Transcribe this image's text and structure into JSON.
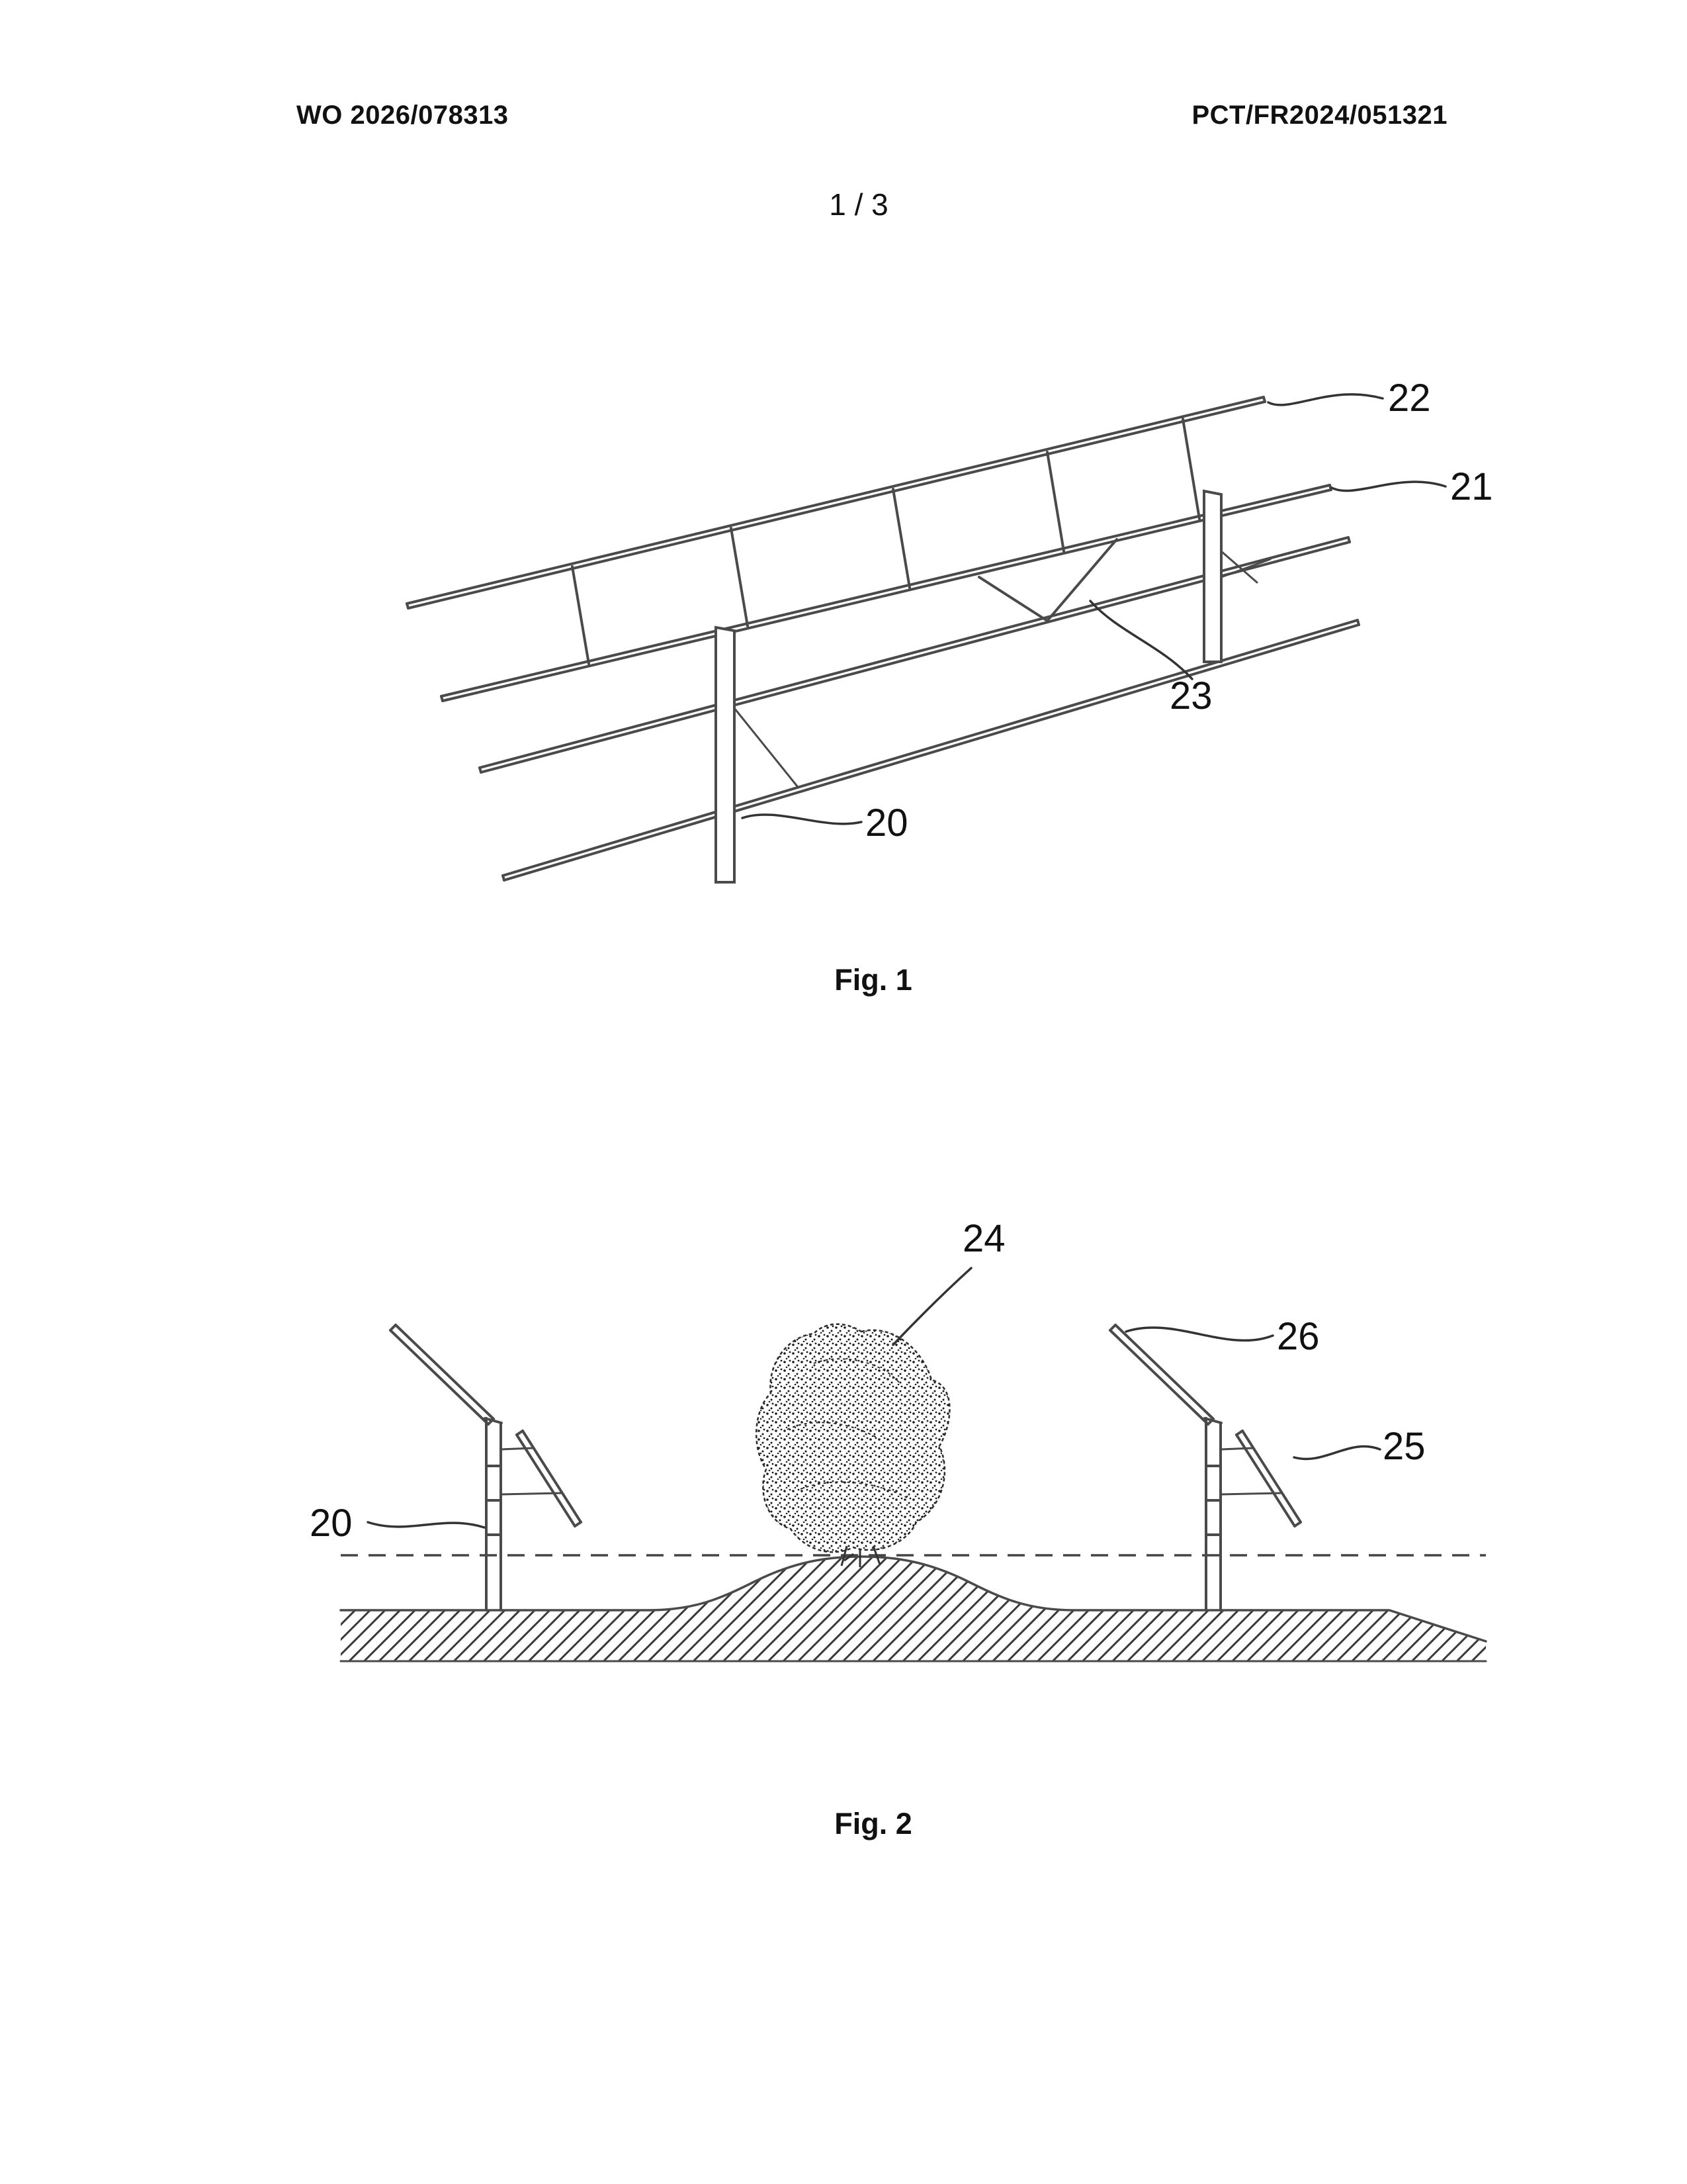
{
  "page": {
    "header_left": "WO 2026/078313",
    "header_right": "PCT/FR2024/051321",
    "page_number": "1 / 3"
  },
  "figure1": {
    "caption": "Fig. 1",
    "labels": {
      "l20": "20",
      "l21": "21",
      "l22": "22",
      "l23": "23"
    }
  },
  "figure2": {
    "caption": "Fig. 2",
    "labels": {
      "l20": "20",
      "l24": "24",
      "l25": "25",
      "l26": "26"
    }
  },
  "colors": {
    "ink": "#111111",
    "line": "#4a4a4a",
    "background": "#ffffff"
  }
}
